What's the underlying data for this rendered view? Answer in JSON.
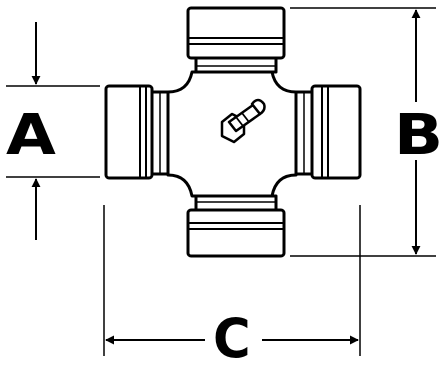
{
  "dimensions": {
    "a_label": "A",
    "b_label": "B",
    "c_label": "C"
  },
  "colors": {
    "ink": "#000000",
    "part_fill": "#ffffff"
  },
  "parts": {
    "center_body": "cross-body",
    "trunnions": [
      "top-bearing-cap",
      "bottom-bearing-cap",
      "left-bearing-cap",
      "right-bearing-cap"
    ],
    "fitting": "grease-fitting"
  }
}
